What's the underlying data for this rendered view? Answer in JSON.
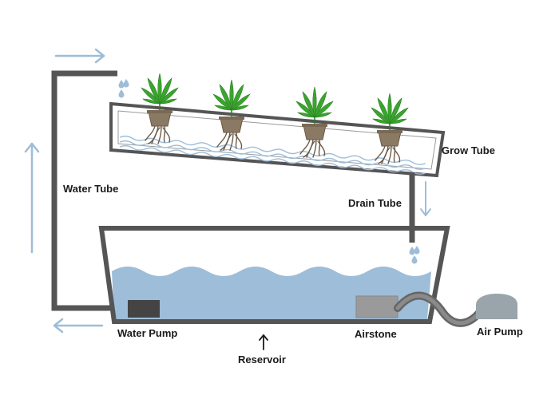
{
  "labels": {
    "grow_tube": "Grow Tube",
    "water_tube": "Water Tube",
    "drain_tube": "Drain Tube",
    "water_pump": "Water Pump",
    "airstone": "Airstone",
    "air_pump": "Air Pump",
    "reservoir": "Reservoir"
  },
  "colors": {
    "pipe": "#555555",
    "water": "#9dbdd8",
    "flow_arrow": "#9dbdd8",
    "plant_leaf": "#3aa52e",
    "root": "#6b5a48",
    "net_pot": "#8a7a64",
    "pump": "#444444",
    "airstone": "#9a9a9a",
    "air_pump": "#9aa4ab"
  },
  "icons": {
    "plants": [
      "cannabis-plant-icon",
      "cannabis-plant-icon",
      "cannabis-plant-icon",
      "cannabis-plant-icon"
    ],
    "drops": [
      "water-drop-icon"
    ]
  }
}
